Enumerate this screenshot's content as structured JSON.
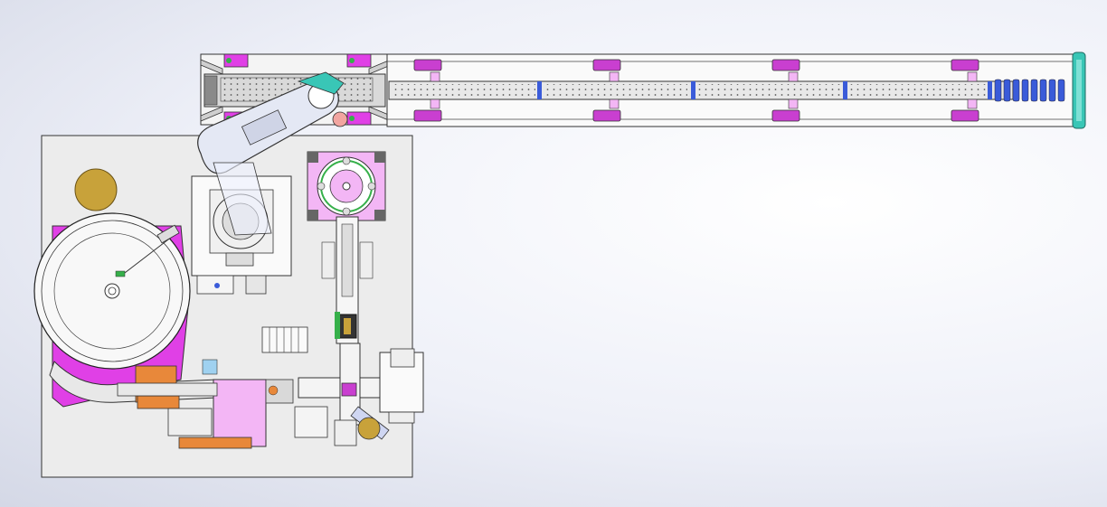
{
  "drawing": {
    "colors": {
      "background": "#e9ecf4",
      "base_plate": "#ececec",
      "magenta": "#e040e6",
      "light_pink": "#f3b6f5",
      "gold": "#c8a23a",
      "teal": "#39c6b6",
      "blue_link": "#3a5bd9",
      "orange": "#e8883a",
      "green": "#36b04a",
      "line": "#2a2a2a"
    },
    "components": [
      {
        "id": "base-plate"
      },
      {
        "id": "vibratory-bowl-feeder"
      },
      {
        "id": "gold-disc"
      },
      {
        "id": "conveyor-belt"
      },
      {
        "id": "scara-robot-arm"
      },
      {
        "id": "robot-mount-plate"
      },
      {
        "id": "rotary-index-table"
      },
      {
        "id": "linear-feed-track"
      },
      {
        "id": "cross-slide-assembly"
      },
      {
        "id": "pneumatic-valve-bank"
      },
      {
        "id": "magenta-press-unit"
      },
      {
        "id": "right-cylinder-block"
      }
    ],
    "conveyor": {
      "bracket_count": 4,
      "end_roller_count": 8
    }
  }
}
